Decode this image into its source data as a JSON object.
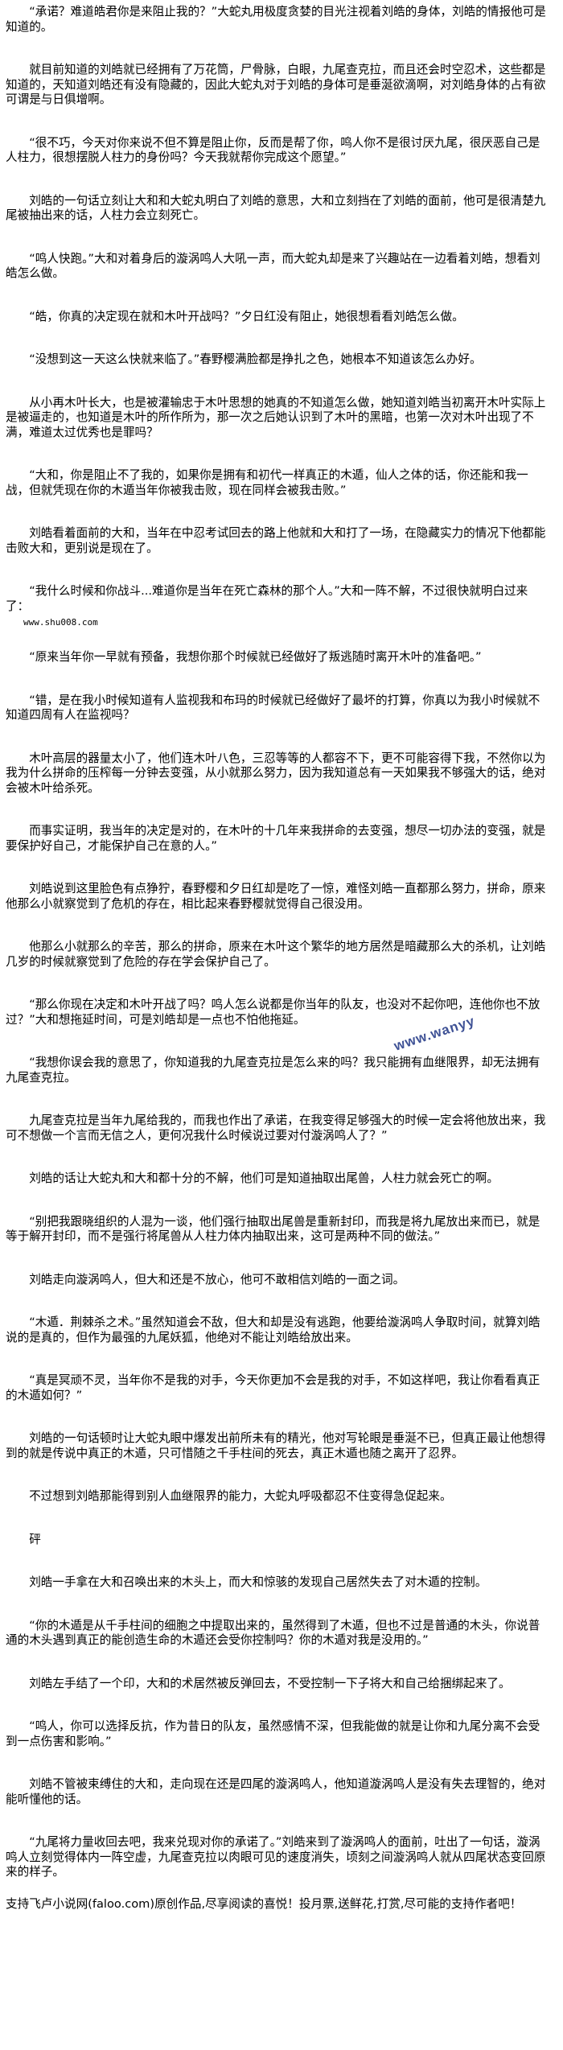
{
  "paragraphs": [
    "“承诺？难道皓君你是来阻止我的？”大蛇丸用极度贪婪的目光注视着刘皓的身体，刘皓的情报他可是知道的。",
    "就目前知道的刘皓就已经拥有了万花筒，尸骨脉，白眼，九尾查克拉，而且还会时空忍术，这些都是知道的，天知道刘皓还有没有隐藏的，因此大蛇丸对于刘皓的身体可是垂涎欲滴啊，对刘皓身体的占有欲可谓是与日俱增啊。",
    "“很不巧，今天对你来说不但不算是阻止你，反而是帮了你，鸣人你不是很讨厌九尾，很厌恶自己是人柱力，很想摆脱人柱力的身份吗？今天我就帮你完成这个愿望。”",
    "刘皓的一句话立刻让大和和大蛇丸明白了刘皓的意思，大和立刻挡在了刘皓的面前，他可是很清楚九尾被抽出来的话，人柱力会立刻死亡。",
    "“鸣人快跑。”大和对着身后的漩涡鸣人大吼一声，而大蛇丸却是来了兴趣站在一边看着刘皓，想看刘皓怎么做。",
    "“皓，你真的决定现在就和木叶开战吗？”夕日红没有阻止，她很想看看刘皓怎么做。",
    "“没想到这一天这么快就来临了。”春野樱满脸都是挣扎之色，她根本不知道该怎么办好。",
    "从小再木叶长大，也是被灌输忠于木叶思想的她真的不知道怎么做，她知道刘皓当初离开木叶实际上是被逼走的，也知道是木叶的所作所为，那一次之后她认识到了木叶的黑暗，也第一次对木叶出现了不满，难道太过优秀也是罪吗？",
    "“大和，你是阻止不了我的，如果你是拥有和初代一样真正的木遁，仙人之体的话，你还能和我一战，但就凭现在你的木遁当年你被我击败，现在同样会被我击败。”",
    "刘皓看着面前的大和，当年在中忍考试回去的路上他就和大和打了一场，在隐藏实力的情况下他都能击败大和，更别说是现在了。",
    "“我什么时候和你战斗...难道你是当年在死亡森林的那个人。”大和一阵不解，不过很快就明白过来了：",
    "“原来当年你一早就有预备，我想你那个时候就已经做好了叛逃随时离开木叶的准备吧。”",
    "“错，是在我小时候知道有人监视我和布玛的时候就已经做好了最坏的打算，你真以为我小时候就不知道四周有人在监视吗？",
    "木叶高层的器量太小了，他们连木叶八色，三忍等等的人都容不下，更不可能容得下我，不然你以为我为什么拼命的压榨每一分钟去变强，从小就那么努力，因为我知道总有一天如果我不够强大的话，绝对会被木叶给杀死。",
    "而事实证明，我当年的决定是对的，在木叶的十几年来我拼命的去变强，想尽一切办法的变强，就是要保护好自己，才能保护自己在意的人。”",
    "刘皓说到这里脸色有点狰狞，春野樱和夕日红却是吃了一惊，难怪刘皓一直都那么努力，拼命，原来他那么小就察觉到了危机的存在，相比起来春野樱就觉得自己很没用。",
    "他那么小就那么的辛苦，那么的拼命，原来在木叶这个繁华的地方居然是暗藏那么大的杀机，让刘皓几岁的时候就察觉到了危险的存在学会保护自己了。",
    "“那么你现在决定和木叶开战了吗？鸣人怎么说都是你当年的队友，也没对不起你吧，连他你也不放过？”大和想拖延时间，可是刘皓却是一点也不怕他拖延。",
    "“我想你误会我的意思了，你知道我的九尾查克拉是怎么来的吗？我只能拥有血继限界，却无法拥有九尾查克拉。",
    "九尾查克拉是当年九尾给我的，而我也作出了承诺，在我变得足够强大的时候一定会将他放出来，我可不想做一个言而无信之人，更何况我什么时候说过要对付漩涡鸣人了？”",
    "刘皓的话让大蛇丸和大和都十分的不解，他们可是知道抽取出尾兽，人柱力就会死亡的啊。",
    "“别把我跟晓组织的人混为一谈，他们强行抽取出尾兽是重新封印，而我是将九尾放出来而已，就是等于解开封印，而不是强行将尾兽从人柱力体内抽取出来，这可是两种不同的做法。”",
    "刘皓走向漩涡鸣人，但大和还是不放心，他可不敢相信刘皓的一面之词。",
    "“木遁．荆棘杀之术。”虽然知道会不敌，但大和却是没有逃跑，他要给漩涡鸣人争取时间，就算刘皓说的是真的，但作为最强的九尾妖狐，他绝对不能让刘皓给放出来。",
    "“真是冥顽不灵，当年你不是我的对手，今天你更加不会是我的对手，不如这样吧，我让你看看真正的木遁如何？”",
    "刘皓的一句话顿时让大蛇丸眼中爆发出前所未有的精光，他对写轮眼是垂涎不已，但真正最让他想得到的就是传说中真正的木遁，只可惜随之千手柱间的死去，真正木遁也随之离开了忍界。",
    "不过想到刘皓那能得到别人血继限界的能力，大蛇丸呼吸都忍不住变得急促起来。",
    "砰",
    "刘皓一手拿在大和召唤出来的木头上，而大和惊骇的发现自己居然失去了对木遁的控制。",
    "“你的木遁是从千手柱间的细胞之中提取出来的，虽然得到了木遁，但也不过是普通的木头，你说普通的木头遇到真正的能创造生命的木遁还会受你控制吗？你的木遁对我是没用的。”",
    "刘皓左手结了一个印，大和的术居然被反弹回去，不受控制一下子将大和自己给捆绑起来了。",
    "“鸣人，你可以选择反抗，作为昔日的队友，虽然感情不深，但我能做的就是让你和九尾分离不会受到一点伤害和影响。”",
    "刘皓不管被束缚住的大和，走向现在还是四尾的漩涡鸣人，他知道漩涡鸣人是没有失去理智的，绝对能听懂他的话。",
    "“九尾将力量收回去吧，我来兑现对你的承诺了。”刘皓来到了漩涡鸣人的面前，吐出了一句话，漩涡鸣人立刻觉得体内一阵空虚，九尾查克拉以肉眼可见的速度消失，顷刻之间漩涡鸣人就从四尾状态变回原来的样子。"
  ],
  "inline_url": "www.shu008.com",
  "footer": "支持飞卢小说网(faloo.com)原创作品,尽享阅读的喜悦！投月票,送鲜花,打赏,尽可能的支持作者吧！",
  "watermark": "www.wanyy"
}
